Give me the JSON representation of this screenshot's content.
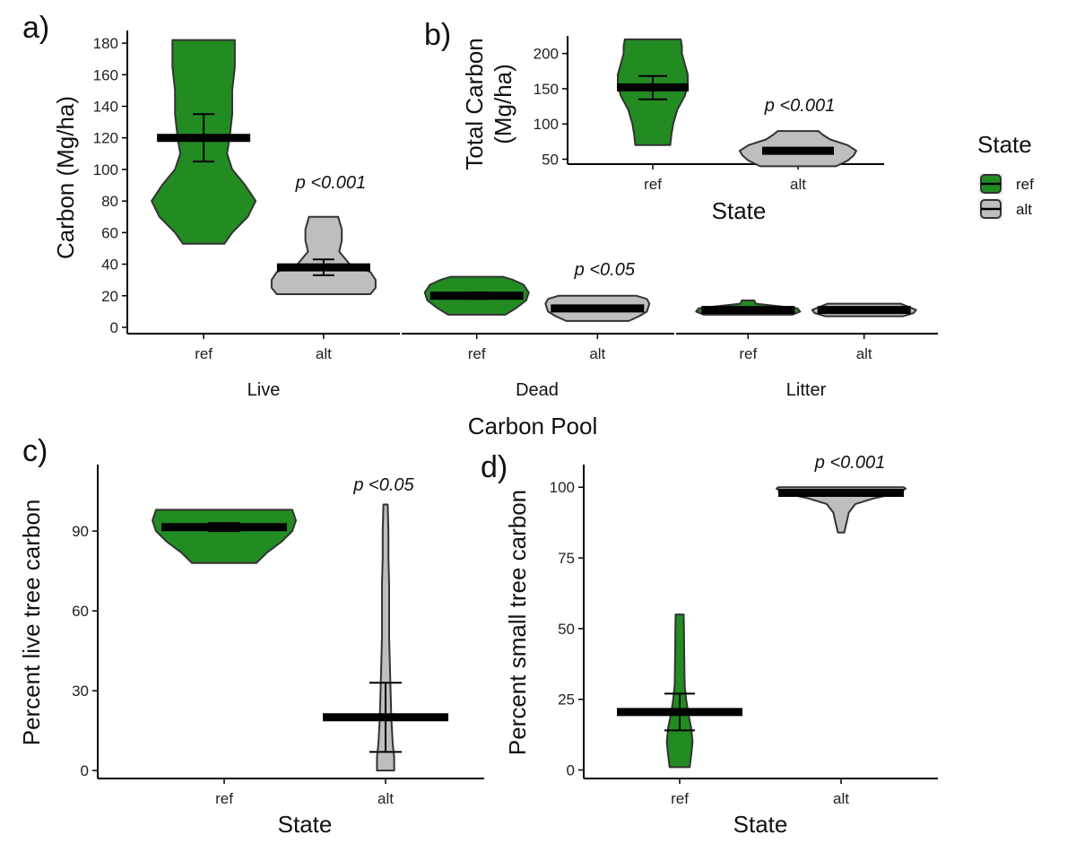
{
  "colors": {
    "ref": "#228B22",
    "alt": "#BEBEBE",
    "outline": "#333333"
  },
  "legend": {
    "title": "State",
    "items": [
      {
        "label": "ref",
        "color": "#228B22"
      },
      {
        "label": "alt",
        "color": "#BEBEBE"
      }
    ]
  },
  "chart_data": [
    {
      "id": "a",
      "panel_label": "a)",
      "type": "violin",
      "xlabel": "Carbon Pool",
      "ylabel": "Carbon (Mg/ha)",
      "ylim": [
        -4,
        188
      ],
      "yticks": [
        0,
        20,
        40,
        60,
        80,
        100,
        120,
        140,
        160,
        180
      ],
      "categories": [
        "ref",
        "alt"
      ],
      "facets": [
        {
          "name": "Live",
          "pvalue": "p <0.001",
          "violins": [
            {
              "state": "ref",
              "profile": [
                [
                  53,
                  0.4
                ],
                [
                  60,
                  0.55
                ],
                [
                  70,
                  0.85
                ],
                [
                  80,
                  1.0
                ],
                [
                  90,
                  0.8
                ],
                [
                  100,
                  0.55
                ],
                [
                  110,
                  0.45
                ],
                [
                  120,
                  0.5
                ],
                [
                  135,
                  0.55
                ],
                [
                  150,
                  0.55
                ],
                [
                  165,
                  0.6
                ],
                [
                  182,
                  0.6
                ]
              ],
              "mean": 120,
              "ci": [
                105,
                135
              ]
            },
            {
              "state": "alt",
              "profile": [
                [
                  21,
                  0.9
                ],
                [
                  25,
                  1.0
                ],
                [
                  30,
                  1.0
                ],
                [
                  35,
                  0.9
                ],
                [
                  40,
                  0.5
                ],
                [
                  48,
                  0.3
                ],
                [
                  55,
                  0.35
                ],
                [
                  62,
                  0.35
                ],
                [
                  70,
                  0.28
                ]
              ],
              "mean": 38,
              "ci": [
                33,
                43
              ]
            }
          ]
        },
        {
          "name": "Dead",
          "pvalue": "p <0.05",
          "violins": [
            {
              "state": "ref",
              "profile": [
                [
                  8,
                  0.55
                ],
                [
                  12,
                  0.75
                ],
                [
                  17,
                  0.95
                ],
                [
                  22,
                  1.0
                ],
                [
                  27,
                  0.9
                ],
                [
                  30,
                  0.7
                ],
                [
                  32,
                  0.5
                ]
              ],
              "mean": 20,
              "ci": [
                18,
                22
              ]
            },
            {
              "state": "alt",
              "profile": [
                [
                  4,
                  0.6
                ],
                [
                  7,
                  0.8
                ],
                [
                  10,
                  0.95
                ],
                [
                  15,
                  1.0
                ],
                [
                  18,
                  0.95
                ],
                [
                  20,
                  0.75
                ]
              ],
              "mean": 12,
              "ci": [
                11,
                13
              ]
            }
          ]
        },
        {
          "name": "Litter",
          "pvalue": "",
          "violins": [
            {
              "state": "ref",
              "profile": [
                [
                  8,
                  0.85
                ],
                [
                  10,
                  1.0
                ],
                [
                  12,
                  0.95
                ],
                [
                  13,
                  0.7
                ],
                [
                  15,
                  0.15
                ],
                [
                  17,
                  0.12
                ]
              ],
              "mean": 11,
              "ci": [
                10.5,
                11.5
              ]
            },
            {
              "state": "alt",
              "profile": [
                [
                  7,
                  0.75
                ],
                [
                  9,
                  0.95
                ],
                [
                  11,
                  1.0
                ],
                [
                  13,
                  0.85
                ],
                [
                  15,
                  0.7
                ]
              ],
              "mean": 11,
              "ci": [
                10.5,
                11.5
              ]
            }
          ]
        }
      ]
    },
    {
      "id": "b",
      "panel_label": "b)",
      "type": "violin",
      "xlabel": "State",
      "ylabel": "Total Carbon\n(Mg/ha)",
      "ylim": [
        43,
        225
      ],
      "yticks": [
        50,
        100,
        150,
        200
      ],
      "categories": [
        "ref",
        "alt"
      ],
      "pvalue": "p <0.001",
      "violins": [
        {
          "state": "ref",
          "profile": [
            [
              70,
              0.3
            ],
            [
              85,
              0.32
            ],
            [
              100,
              0.35
            ],
            [
              120,
              0.42
            ],
            [
              140,
              0.55
            ],
            [
              155,
              0.6
            ],
            [
              170,
              0.6
            ],
            [
              185,
              0.55
            ],
            [
              200,
              0.5
            ],
            [
              210,
              0.5
            ],
            [
              220,
              0.48
            ]
          ],
          "mean": 152,
          "ci": [
            135,
            168
          ]
        },
        {
          "state": "alt",
          "profile": [
            [
              40,
              0.65
            ],
            [
              48,
              0.85
            ],
            [
              55,
              0.95
            ],
            [
              62,
              1.0
            ],
            [
              70,
              0.85
            ],
            [
              78,
              0.55
            ],
            [
              85,
              0.42
            ],
            [
              90,
              0.35
            ]
          ],
          "mean": 62,
          "ci": [
            58,
            66
          ]
        }
      ]
    },
    {
      "id": "c",
      "panel_label": "c)",
      "type": "violin",
      "xlabel": "State",
      "ylabel": "Percent live tree carbon",
      "ylim": [
        -3,
        115
      ],
      "yticks": [
        0,
        30,
        60,
        90
      ],
      "categories": [
        "ref",
        "alt"
      ],
      "pvalue": "p <0.05",
      "violins": [
        {
          "state": "ref",
          "profile": [
            [
              78,
              0.45
            ],
            [
              82,
              0.6
            ],
            [
              86,
              0.8
            ],
            [
              90,
              0.95
            ],
            [
              94,
              1.0
            ],
            [
              98,
              0.95
            ]
          ],
          "mean": 91.5,
          "ci": [
            90,
            93
          ]
        },
        {
          "state": "alt",
          "profile": [
            [
              0,
              0.12
            ],
            [
              5,
              0.12
            ],
            [
              10,
              0.1
            ],
            [
              20,
              0.08
            ],
            [
              30,
              0.07
            ],
            [
              40,
              0.06
            ],
            [
              50,
              0.05
            ],
            [
              60,
              0.05
            ],
            [
              70,
              0.05
            ],
            [
              80,
              0.04
            ],
            [
              90,
              0.04
            ],
            [
              100,
              0.03
            ]
          ],
          "mean": 20,
          "ci": [
            7,
            33
          ]
        }
      ]
    },
    {
      "id": "d",
      "panel_label": "d)",
      "type": "violin",
      "xlabel": "State",
      "ylabel": "Percent small tree carbon",
      "ylim": [
        -3,
        108
      ],
      "yticks": [
        0,
        25,
        50,
        75,
        100
      ],
      "categories": [
        "ref",
        "alt"
      ],
      "pvalue": "p <0.001",
      "violins": [
        {
          "state": "ref",
          "profile": [
            [
              1,
              0.7
            ],
            [
              5,
              0.8
            ],
            [
              10,
              0.9
            ],
            [
              15,
              0.8
            ],
            [
              20,
              0.6
            ],
            [
              25,
              0.45
            ],
            [
              30,
              0.35
            ],
            [
              40,
              0.32
            ],
            [
              50,
              0.3
            ],
            [
              55,
              0.28
            ]
          ],
          "mean": 20.5,
          "ci": [
            14,
            27
          ]
        },
        {
          "state": "alt",
          "profile": [
            [
              84,
              0.05
            ],
            [
              86,
              0.07
            ],
            [
              88,
              0.09
            ],
            [
              91,
              0.12
            ],
            [
              94,
              0.22
            ],
            [
              96,
              0.5
            ],
            [
              98,
              0.9
            ],
            [
              99.5,
              1.0
            ],
            [
              100,
              0.97
            ]
          ],
          "mean": 98,
          "ci": [
            97,
            99
          ]
        }
      ]
    }
  ]
}
